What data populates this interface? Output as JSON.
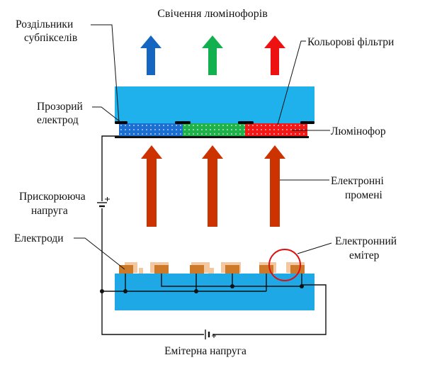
{
  "labels": {
    "title": "Свічення люмінофорів",
    "subpixel_separators_line1": "Роздільники",
    "subpixel_separators_line2": "субпікселів",
    "color_filters": "Кольорові фільтри",
    "transparent_electrode_line1": "Прозорий",
    "transparent_electrode_line2": "електрод",
    "phosphor": "Люмінофор",
    "electron_beams_line1": "Електронні",
    "electron_beams_line2": "промені",
    "accelerating_voltage_line1": "Прискорююча",
    "accelerating_voltage_line2": "напруга",
    "electrodes": "Електроди",
    "electron_emitter_line1": "Електронний",
    "electron_emitter_line2": "емітер",
    "emitter_voltage": "Емітерна напруга"
  },
  "colors": {
    "glass": "#1fb1ec",
    "substrate": "#1fa8e6",
    "subpixel_blue": "#1a6fd0",
    "subpixel_green": "#1fb24a",
    "subpixel_red": "#f21818",
    "arrow_blue": "#1566c0",
    "arrow_green": "#12b04f",
    "arrow_red": "#ee1111",
    "beam": "#cc3300",
    "electrode": "#cc7a2a",
    "electrode_light": "#f3c7a0",
    "highlight_circle": "#dd1111",
    "wire": "#111111"
  }
}
